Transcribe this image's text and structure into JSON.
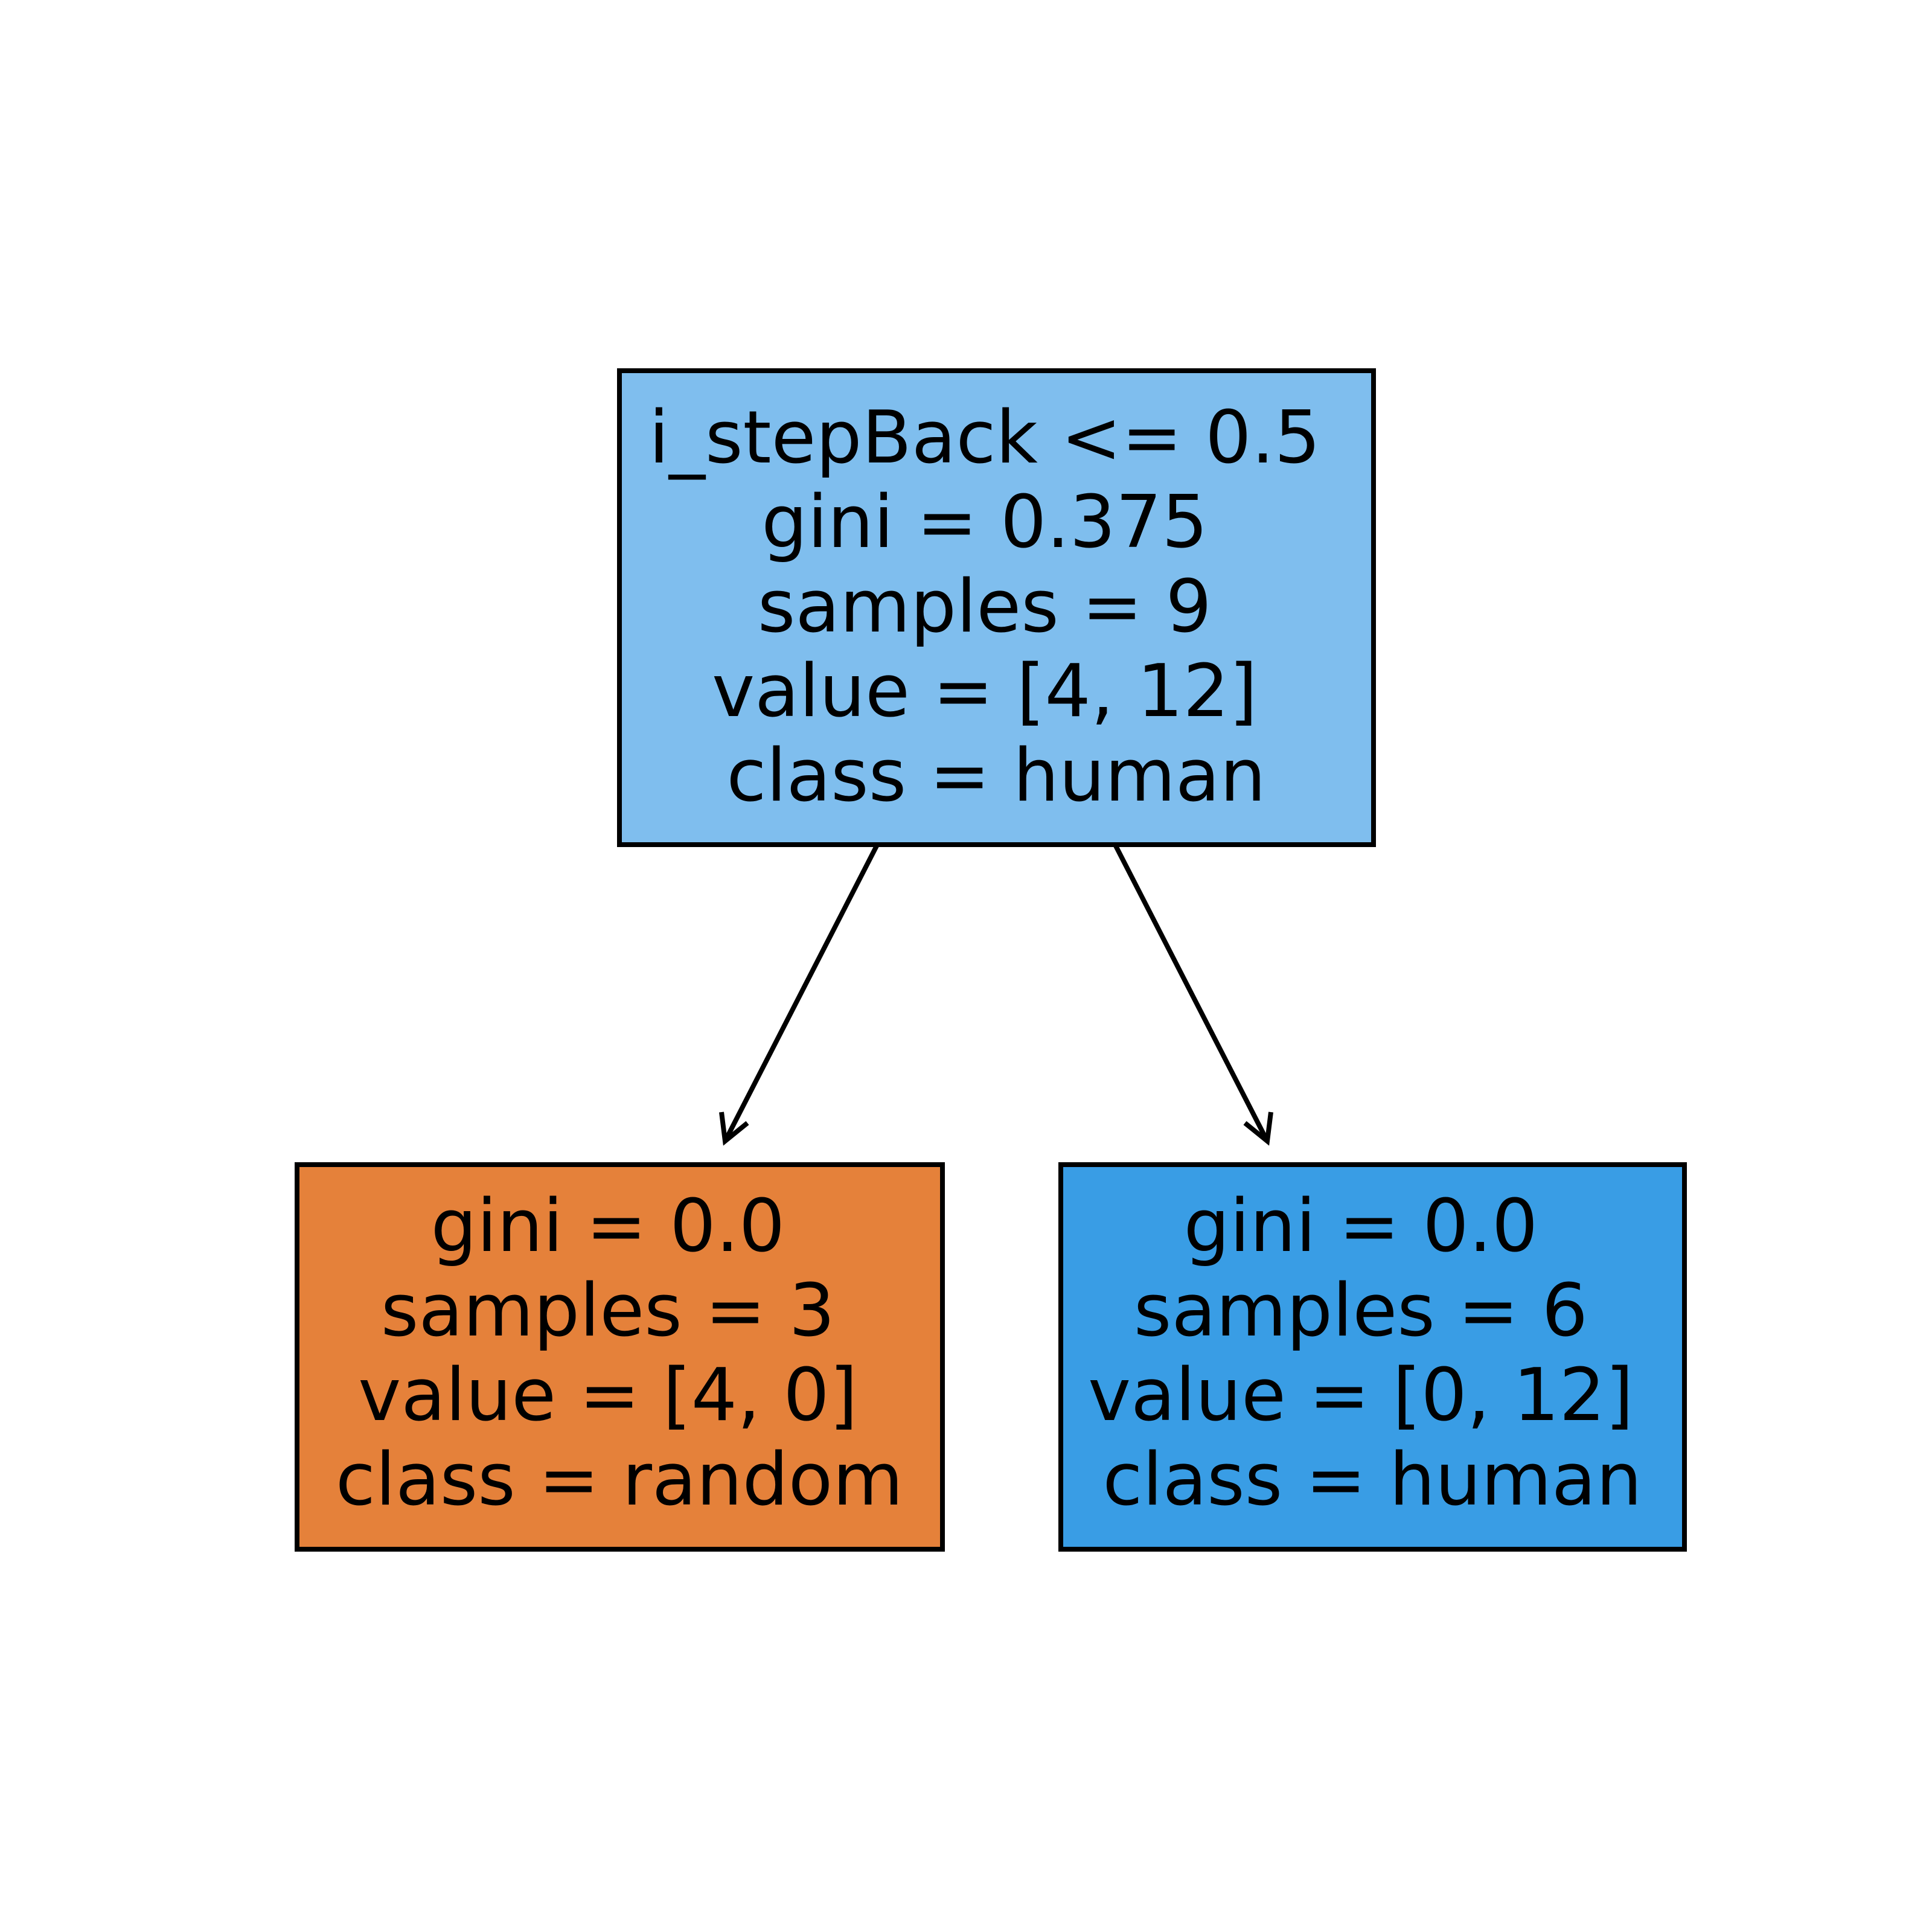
{
  "tree": {
    "root": {
      "lines": [
        "i_stepBack <= 0.5",
        "gini = 0.375",
        "samples = 9",
        "value = [4, 12]",
        "class = human"
      ],
      "color": "#7fbeee"
    },
    "left": {
      "lines": [
        "gini = 0.0",
        "samples = 3",
        "value = [4, 0]",
        "class = random"
      ],
      "color": "#e5813a"
    },
    "right": {
      "lines": [
        "gini = 0.0",
        "samples = 6",
        "value = [0, 12]",
        "class = human"
      ],
      "color": "#399de5"
    }
  }
}
